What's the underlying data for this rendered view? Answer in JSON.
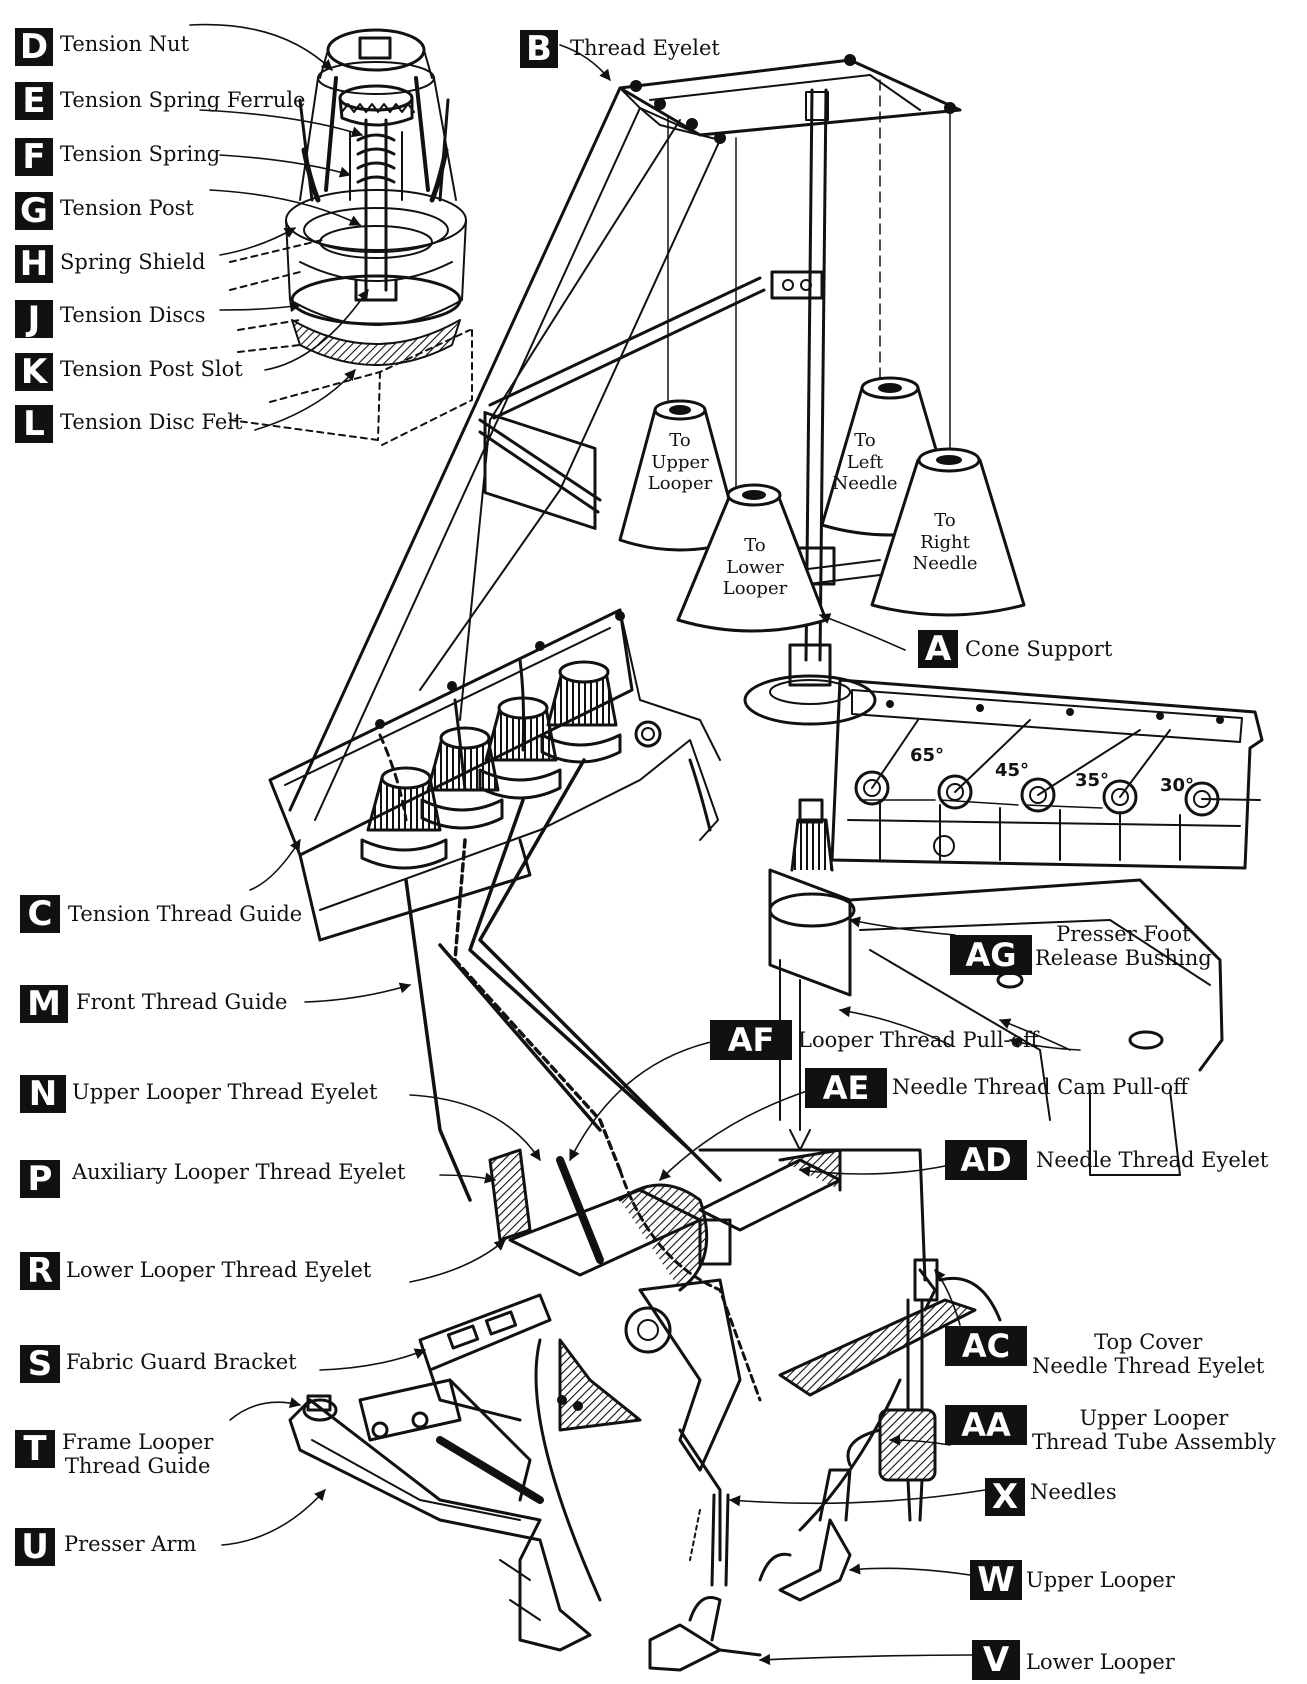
{
  "parts": [
    {
      "id": "d",
      "code": "D",
      "label": "Tension Nut"
    },
    {
      "id": "e",
      "code": "E",
      "label": "Tension Spring Ferrule"
    },
    {
      "id": "f",
      "code": "F",
      "label": "Tension Spring"
    },
    {
      "id": "g",
      "code": "G",
      "label": "Tension Post"
    },
    {
      "id": "h",
      "code": "H",
      "label": "Spring Shield"
    },
    {
      "id": "j",
      "code": "J",
      "label": "Tension Discs"
    },
    {
      "id": "k",
      "code": "K",
      "label": "Tension Post Slot"
    },
    {
      "id": "l",
      "code": "L",
      "label": "Tension Disc Felt"
    },
    {
      "id": "b",
      "code": "B",
      "label": "Thread Eyelet"
    },
    {
      "id": "a",
      "code": "A",
      "label": "Cone Support"
    },
    {
      "id": "c",
      "code": "C",
      "label": "Tension Thread Guide"
    },
    {
      "id": "m",
      "code": "M",
      "label": "Front Thread Guide"
    },
    {
      "id": "n",
      "code": "N",
      "label": "Upper Looper Thread Eyelet"
    },
    {
      "id": "p",
      "code": "P",
      "label": "Auxiliary Looper Thread Eyelet"
    },
    {
      "id": "r",
      "code": "R",
      "label": "Lower Looper Thread Eyelet"
    },
    {
      "id": "s",
      "code": "S",
      "label": "Fabric Guard Bracket"
    },
    {
      "id": "t",
      "code": "T",
      "label": "Frame Looper\nThread Guide"
    },
    {
      "id": "u",
      "code": "U",
      "label": "Presser Arm"
    },
    {
      "id": "ag",
      "code": "AG",
      "label": "Presser Foot\nRelease Bushing"
    },
    {
      "id": "af",
      "code": "AF",
      "label": "Looper Thread Pull-off"
    },
    {
      "id": "ae",
      "code": "AE",
      "label": "Needle Thread Cam Pull-off"
    },
    {
      "id": "ad",
      "code": "AD",
      "label": "Needle Thread Eyelet"
    },
    {
      "id": "ac",
      "code": "AC",
      "label": "Top Cover\nNeedle Thread Eyelet"
    },
    {
      "id": "aa",
      "code": "AA",
      "label": "Upper Looper\nThread Tube Assembly"
    },
    {
      "id": "x",
      "code": "X",
      "label": "Needles"
    },
    {
      "id": "w",
      "code": "W",
      "label": "Upper Looper"
    },
    {
      "id": "v",
      "code": "V",
      "label": "Lower Looper"
    }
  ],
  "cones": [
    {
      "id": "upper-looper",
      "label": "To\nUpper\nLooper"
    },
    {
      "id": "lower-looper",
      "label": "To\nLower\nLooper"
    },
    {
      "id": "left-needle",
      "label": "To\nLeft\nNeedle"
    },
    {
      "id": "right-needle",
      "label": "To\nRight\nNeedle"
    }
  ],
  "angles": [
    "65°",
    "45°",
    "35°",
    "30°"
  ],
  "colors": {
    "ink": "#111111",
    "paper": "#ffffff",
    "shade": "#8a8a8a"
  }
}
